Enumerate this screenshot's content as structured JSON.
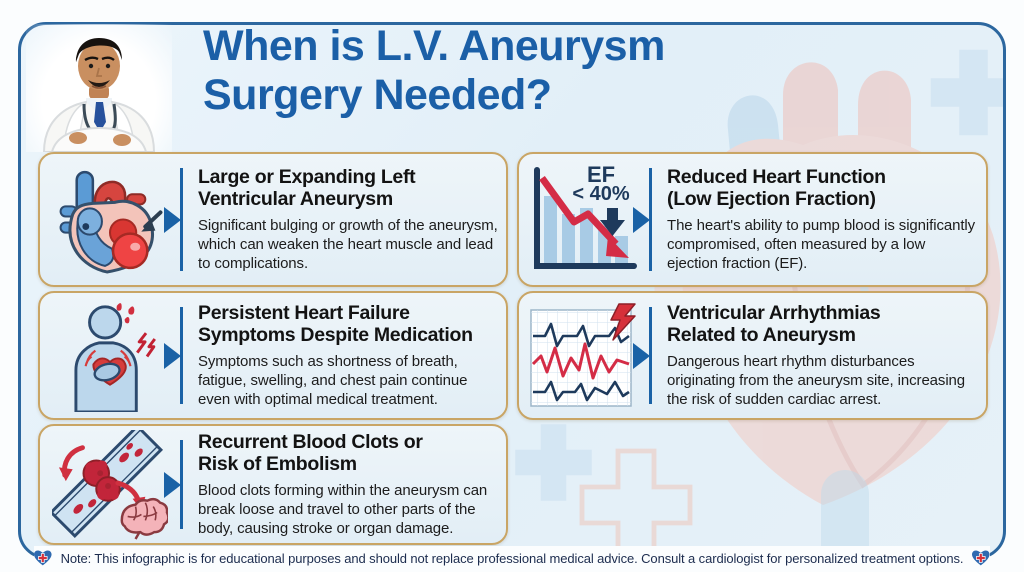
{
  "title": {
    "line1": "When is L.V. Aneurysm",
    "line2": "Surgery Needed?"
  },
  "cards": [
    {
      "icon": "heart-anatomy-aneurysm-icon",
      "heading_line1": "Large or Expanding Left",
      "heading_line2": "Ventricular Aneurysm",
      "body": "Significant bulging or growth of the aneurysm, which can weaken the heart muscle and lead to complications."
    },
    {
      "icon": "declining-ef-chart-icon",
      "icon_label_line1": "EF",
      "icon_label_line2": "< 40%",
      "heading_line1": "Reduced Heart Function",
      "heading_line2": "(Low Ejection Fraction)",
      "body": "The heart's ability to pump blood is significantly compromised, often measured by a low ejection fraction (EF)."
    },
    {
      "icon": "chest-pain-person-icon",
      "heading_line1": "Persistent Heart Failure",
      "heading_line2": "Symptoms Despite Medication",
      "body": "Symptoms such as shortness of breath, fatigue, swelling, and chest pain continue even with optimal medical treatment."
    },
    {
      "icon": "ecg-arrhythmia-icon",
      "heading_line1": "Ventricular Arrhythmias",
      "heading_line2": "Related to Aneurysm",
      "body": "Dangerous heart rhythm disturbances originating from the aneurysm site, increasing the risk of sudden cardiac arrest."
    },
    {
      "icon": "blood-clot-vessel-icon",
      "heading_line1": "Recurrent Blood Clots or",
      "heading_line2": "Risk of Embolism",
      "body": "Blood clots forming within the aneurysm can break loose and travel to other parts of the body, causing stroke or organ damage."
    }
  ],
  "footer": {
    "logo_icon": "heart-cross-logo",
    "note": "Note: This infographic is for educational purposes and should not replace professional medical advice. Consult a cardiologist for personalized treatment options."
  },
  "colors": {
    "title_blue": "#1b5fa7",
    "frame_border_blue": "#2c679f",
    "card_border_gold": "#c9a565",
    "card_bg": "#e9f1f7",
    "divider_blue": "#1a62a6",
    "accent_red": "#d42c46",
    "icon_navy": "#1e3a5c",
    "note_navy": "#1c2c4e"
  }
}
